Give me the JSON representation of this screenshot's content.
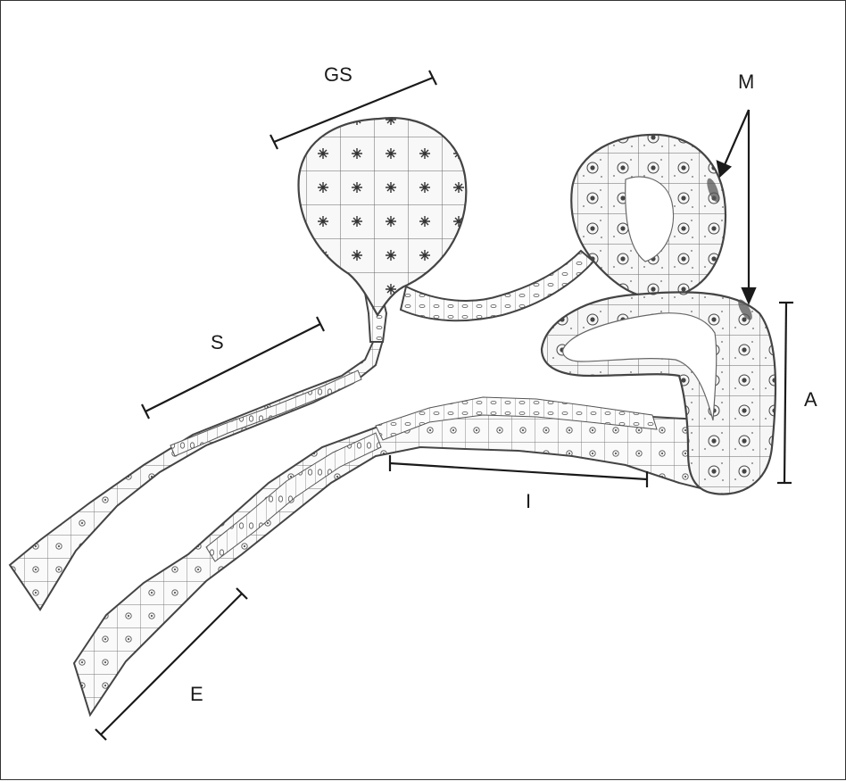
{
  "labels": {
    "gs": "GS",
    "m": "M",
    "s": "S",
    "a": "A",
    "i": "I",
    "e": "E"
  },
  "colors": {
    "ink": "#1a1a1a",
    "stroke": "#444444",
    "cell_fill": "#f7f7f7",
    "nucleus": "#555555",
    "background": "#ffffff"
  }
}
